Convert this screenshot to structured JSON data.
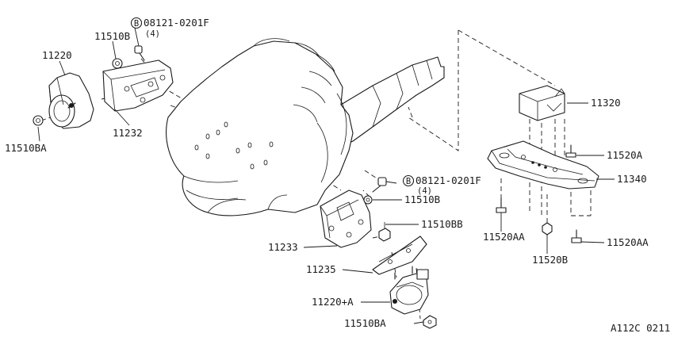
{
  "labels": {
    "p11220": "11220",
    "p11510B_top": "11510B",
    "bolt_top": "08121-0201F",
    "bolt_top_qty": "(4)",
    "p11232": "11232",
    "p11510BA_left": "11510BA",
    "p11320": "11320",
    "p11520A": "11520A",
    "p11340": "11340",
    "bolt_mid": "08121-0201F",
    "bolt_mid_qty": "(4)",
    "p11510B_mid": "11510B",
    "p11510BB": "11510BB",
    "p11233": "11233",
    "p11235": "11235",
    "p11220A": "11220+A",
    "p11510BA_bottom": "11510BA",
    "p11520AA_left": "11520AA",
    "p11520B": "11520B",
    "p11520AA_right": "11520AA",
    "figure_code": "A112C 0211",
    "badge_letter_top": "B",
    "badge_letter_mid": "B"
  }
}
